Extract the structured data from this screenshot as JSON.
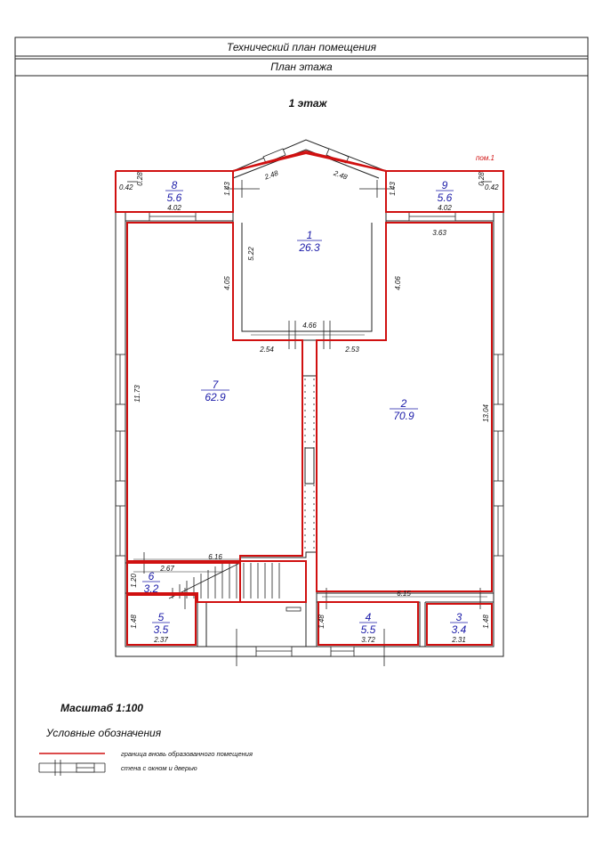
{
  "header": {
    "title": "Технический план помещения",
    "subtitle": "План этажа"
  },
  "floor_label": "1 этаж",
  "room_tag": "пом.1",
  "rooms": [
    {
      "id": "1",
      "area": "26.3"
    },
    {
      "id": "2",
      "area": "70.9"
    },
    {
      "id": "3",
      "area": "3.4"
    },
    {
      "id": "4",
      "area": "5.5"
    },
    {
      "id": "5",
      "area": "3.5"
    },
    {
      "id": "6",
      "area": "3.2"
    },
    {
      "id": "7",
      "area": "62.9"
    },
    {
      "id": "8",
      "area": "5.6"
    },
    {
      "id": "9",
      "area": "5.6"
    }
  ],
  "dimensions": {
    "d_2_48_left": "2.48",
    "d_2_48_right": "2.48",
    "d_1_43_left": "1.43",
    "d_1_43_right": "1.43",
    "d_0_42_left": "0.42",
    "d_0_28_left": "0.28",
    "d_0_42_right": "0.42",
    "d_0_28_right": "0.28",
    "d_4_02_left": "4.02",
    "d_4_02_right": "4.02",
    "d_3_63": "3.63",
    "d_5_22": "5.22",
    "d_4_05": "4.05",
    "d_4_06": "4.06",
    "d_4_66": "4.66",
    "d_2_54": "2.54",
    "d_2_53": "2.53",
    "d_11_73": "11.73",
    "d_13_04": "13.04",
    "d_6_16": "6.16",
    "d_2_67": "2.67",
    "d_1_20": "1.20",
    "d_6_15": "6.15",
    "d_1_48_a": "1.48",
    "d_1_48_b": "1.48",
    "d_1_48_c": "1.48",
    "d_2_37": "2.37",
    "d_3_72": "3.72",
    "d_2_31": "2.31"
  },
  "scale": "Масштаб 1:100",
  "legend": {
    "title": "Условные обозначения",
    "items": [
      {
        "label": "граница вновь образованного помещения",
        "color": "#d01010"
      },
      {
        "label": "стена с окном и дверью"
      }
    ]
  },
  "colors": {
    "boundary": "#d01010",
    "room_text": "#1a1aa8"
  }
}
